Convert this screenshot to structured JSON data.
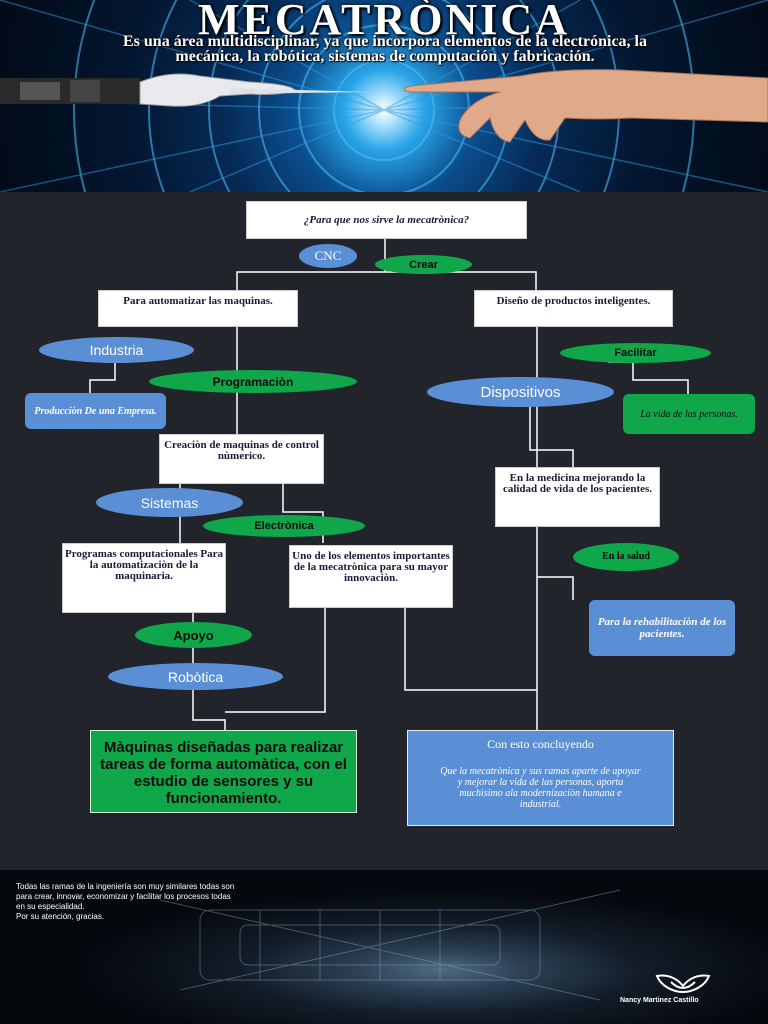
{
  "header": {
    "title": "MECATRÒNICA",
    "subtitle": "Es una área multidisciplinar, ya que incorpora elementos de la electrónica, la mecánica, la robótica, sistemas de computación y fabricación."
  },
  "diagram": {
    "question": "¿Para que nos sirve la mecatrònica?",
    "cnc": "CNC",
    "crear": "Crear",
    "automatizar": "Para automatizar las maquinas.",
    "diseno": "Diseño de productos inteligentes.",
    "industria": "Industria",
    "programacion": "Programaciòn",
    "produccion": "Producciòn De una Empresa.",
    "facilitar": "Facilitar",
    "dispositivos": "Dispositivos",
    "vida": "La vida de las personas.",
    "creacion": "Creaciòn de maquinas de control nùmerico.",
    "medicina": "En la medicina mejorando la calidad de vida de los pacientes.",
    "sistemas": "Sistemas",
    "electronica": "Electrònica",
    "programas": "Programas computacionales Para la automatizaciòn de la maquinaria.",
    "uno": "Uno de los elementos importantes de la mecatrònica para su mayor innovaciòn.",
    "salud": "En la salud",
    "rehabilitacion": "Para la rehabilitaciòn de los pacientes.",
    "apoyo": "Apoyo",
    "robotica": "Robòtica",
    "maquinas": "Màquinas diseñadas para realizar tareas de forma automàtica, con el estudio de sensores y su funcionamiento.",
    "conclusion_title": "Con esto concluyendo",
    "conclusion_body": "Que la mecatrònica y sus ramas aparte de apoyar y mejorar la vida de las personas, aporta muchìsimo ala modernizaciòn humana e industrial."
  },
  "footer": {
    "text": "Todas las ramas de la ingeniería son muy similares todas son para crear, innovar, economizar y facilitar los procesos todas en su especialidad.\nPor su atención, gracias.",
    "author": "Nancy Martinez Castillo"
  },
  "colors": {
    "blue": "#5a8fd6",
    "green": "#10a64a",
    "background": "#21242a"
  }
}
